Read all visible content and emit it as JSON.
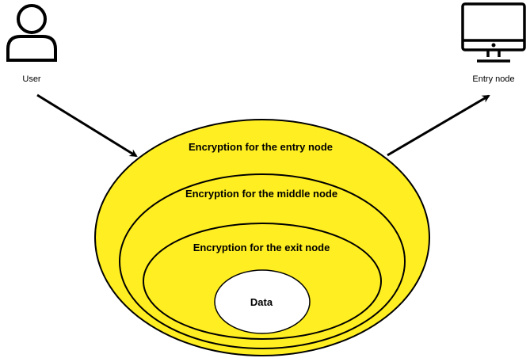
{
  "actors": {
    "user": {
      "label": "User",
      "icon": "user-icon"
    },
    "destination": {
      "label": "Entry node",
      "icon": "monitor-icon"
    }
  },
  "layers": {
    "outer": {
      "label": "Encryption for the entry node"
    },
    "middle": {
      "label": "Encryption for the middle node"
    },
    "inner": {
      "label": "Encryption for the exit node"
    },
    "core": {
      "label": "Data"
    }
  },
  "colors": {
    "layer_fill": "#FFEE22",
    "core_fill": "#FFFFFF",
    "stroke": "#000000"
  }
}
